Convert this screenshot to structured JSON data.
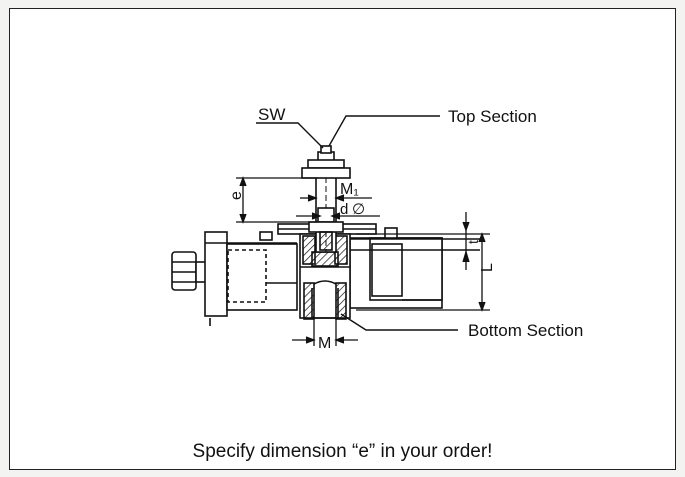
{
  "labels": {
    "sw": "SW",
    "top_section": "Top Section",
    "bottom_section": "Bottom Section",
    "dim_e": "e",
    "dim_m1": "M₁",
    "dim_d": "d",
    "dim_phi": "∅",
    "dim_t": "t",
    "dim_l": "L",
    "dim_m": "M"
  },
  "caption": "Specify dimension “e” in your order!"
}
